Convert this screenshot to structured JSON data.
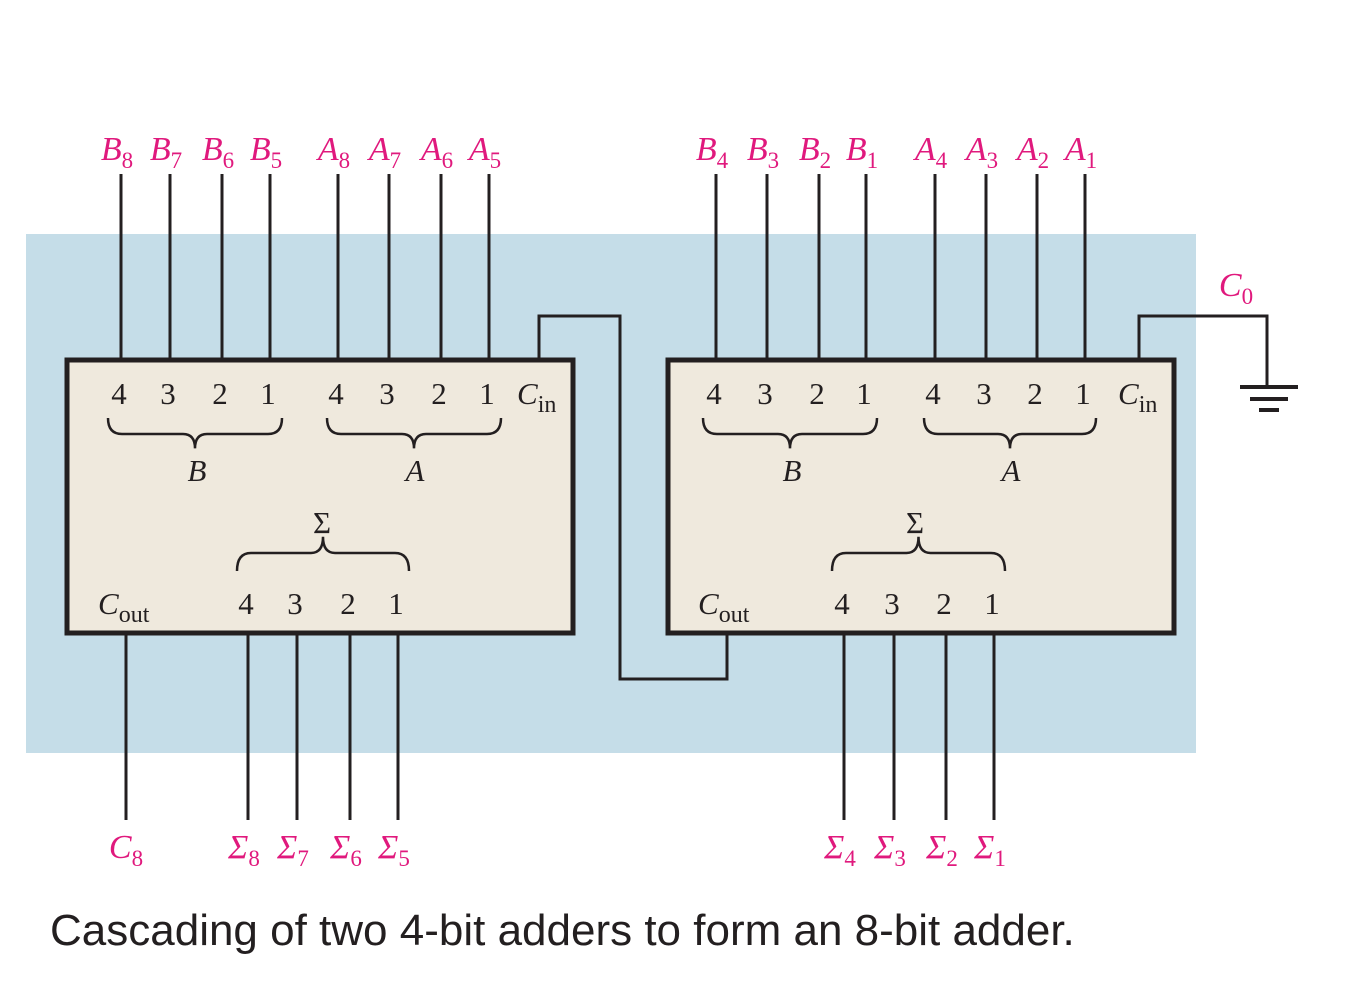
{
  "colors": {
    "signal_label": "#e0197d",
    "background_panel": "#c5dde8",
    "adder_fill": "#efe9dd",
    "line": "#231f20"
  },
  "caption": "Cascading of two 4-bit adders to form an 8-bit adder.",
  "carry_in_ground": {
    "label": "C",
    "sub": "0"
  },
  "adders": [
    {
      "id": "high",
      "b_inputs": [
        {
          "label": "B",
          "sub": "8"
        },
        {
          "label": "B",
          "sub": "7"
        },
        {
          "label": "B",
          "sub": "6"
        },
        {
          "label": "B",
          "sub": "5"
        }
      ],
      "a_inputs": [
        {
          "label": "A",
          "sub": "8"
        },
        {
          "label": "A",
          "sub": "7"
        },
        {
          "label": "A",
          "sub": "6"
        },
        {
          "label": "A",
          "sub": "5"
        }
      ],
      "sum_outputs": [
        {
          "label": "Σ",
          "sub": "8"
        },
        {
          "label": "Σ",
          "sub": "7"
        },
        {
          "label": "Σ",
          "sub": "6"
        },
        {
          "label": "Σ",
          "sub": "5"
        }
      ],
      "carry_out": {
        "label": "C",
        "sub": "8"
      },
      "pin_numbers": [
        "4",
        "3",
        "2",
        "1"
      ],
      "group_b": "B",
      "group_a": "A",
      "group_sum": "Σ",
      "cin": {
        "main": "C",
        "sub": "in"
      },
      "cout": {
        "main": "C",
        "sub": "out"
      }
    },
    {
      "id": "low",
      "b_inputs": [
        {
          "label": "B",
          "sub": "4"
        },
        {
          "label": "B",
          "sub": "3"
        },
        {
          "label": "B",
          "sub": "2"
        },
        {
          "label": "B",
          "sub": "1"
        }
      ],
      "a_inputs": [
        {
          "label": "A",
          "sub": "4"
        },
        {
          "label": "A",
          "sub": "3"
        },
        {
          "label": "A",
          "sub": "2"
        },
        {
          "label": "A",
          "sub": "1"
        }
      ],
      "sum_outputs": [
        {
          "label": "Σ",
          "sub": "4"
        },
        {
          "label": "Σ",
          "sub": "3"
        },
        {
          "label": "Σ",
          "sub": "2"
        },
        {
          "label": "Σ",
          "sub": "1"
        }
      ],
      "carry_out": null,
      "pin_numbers": [
        "4",
        "3",
        "2",
        "1"
      ],
      "group_b": "B",
      "group_a": "A",
      "group_sum": "Σ",
      "cin": {
        "main": "C",
        "sub": "in"
      },
      "cout": {
        "main": "C",
        "sub": "out"
      }
    }
  ]
}
